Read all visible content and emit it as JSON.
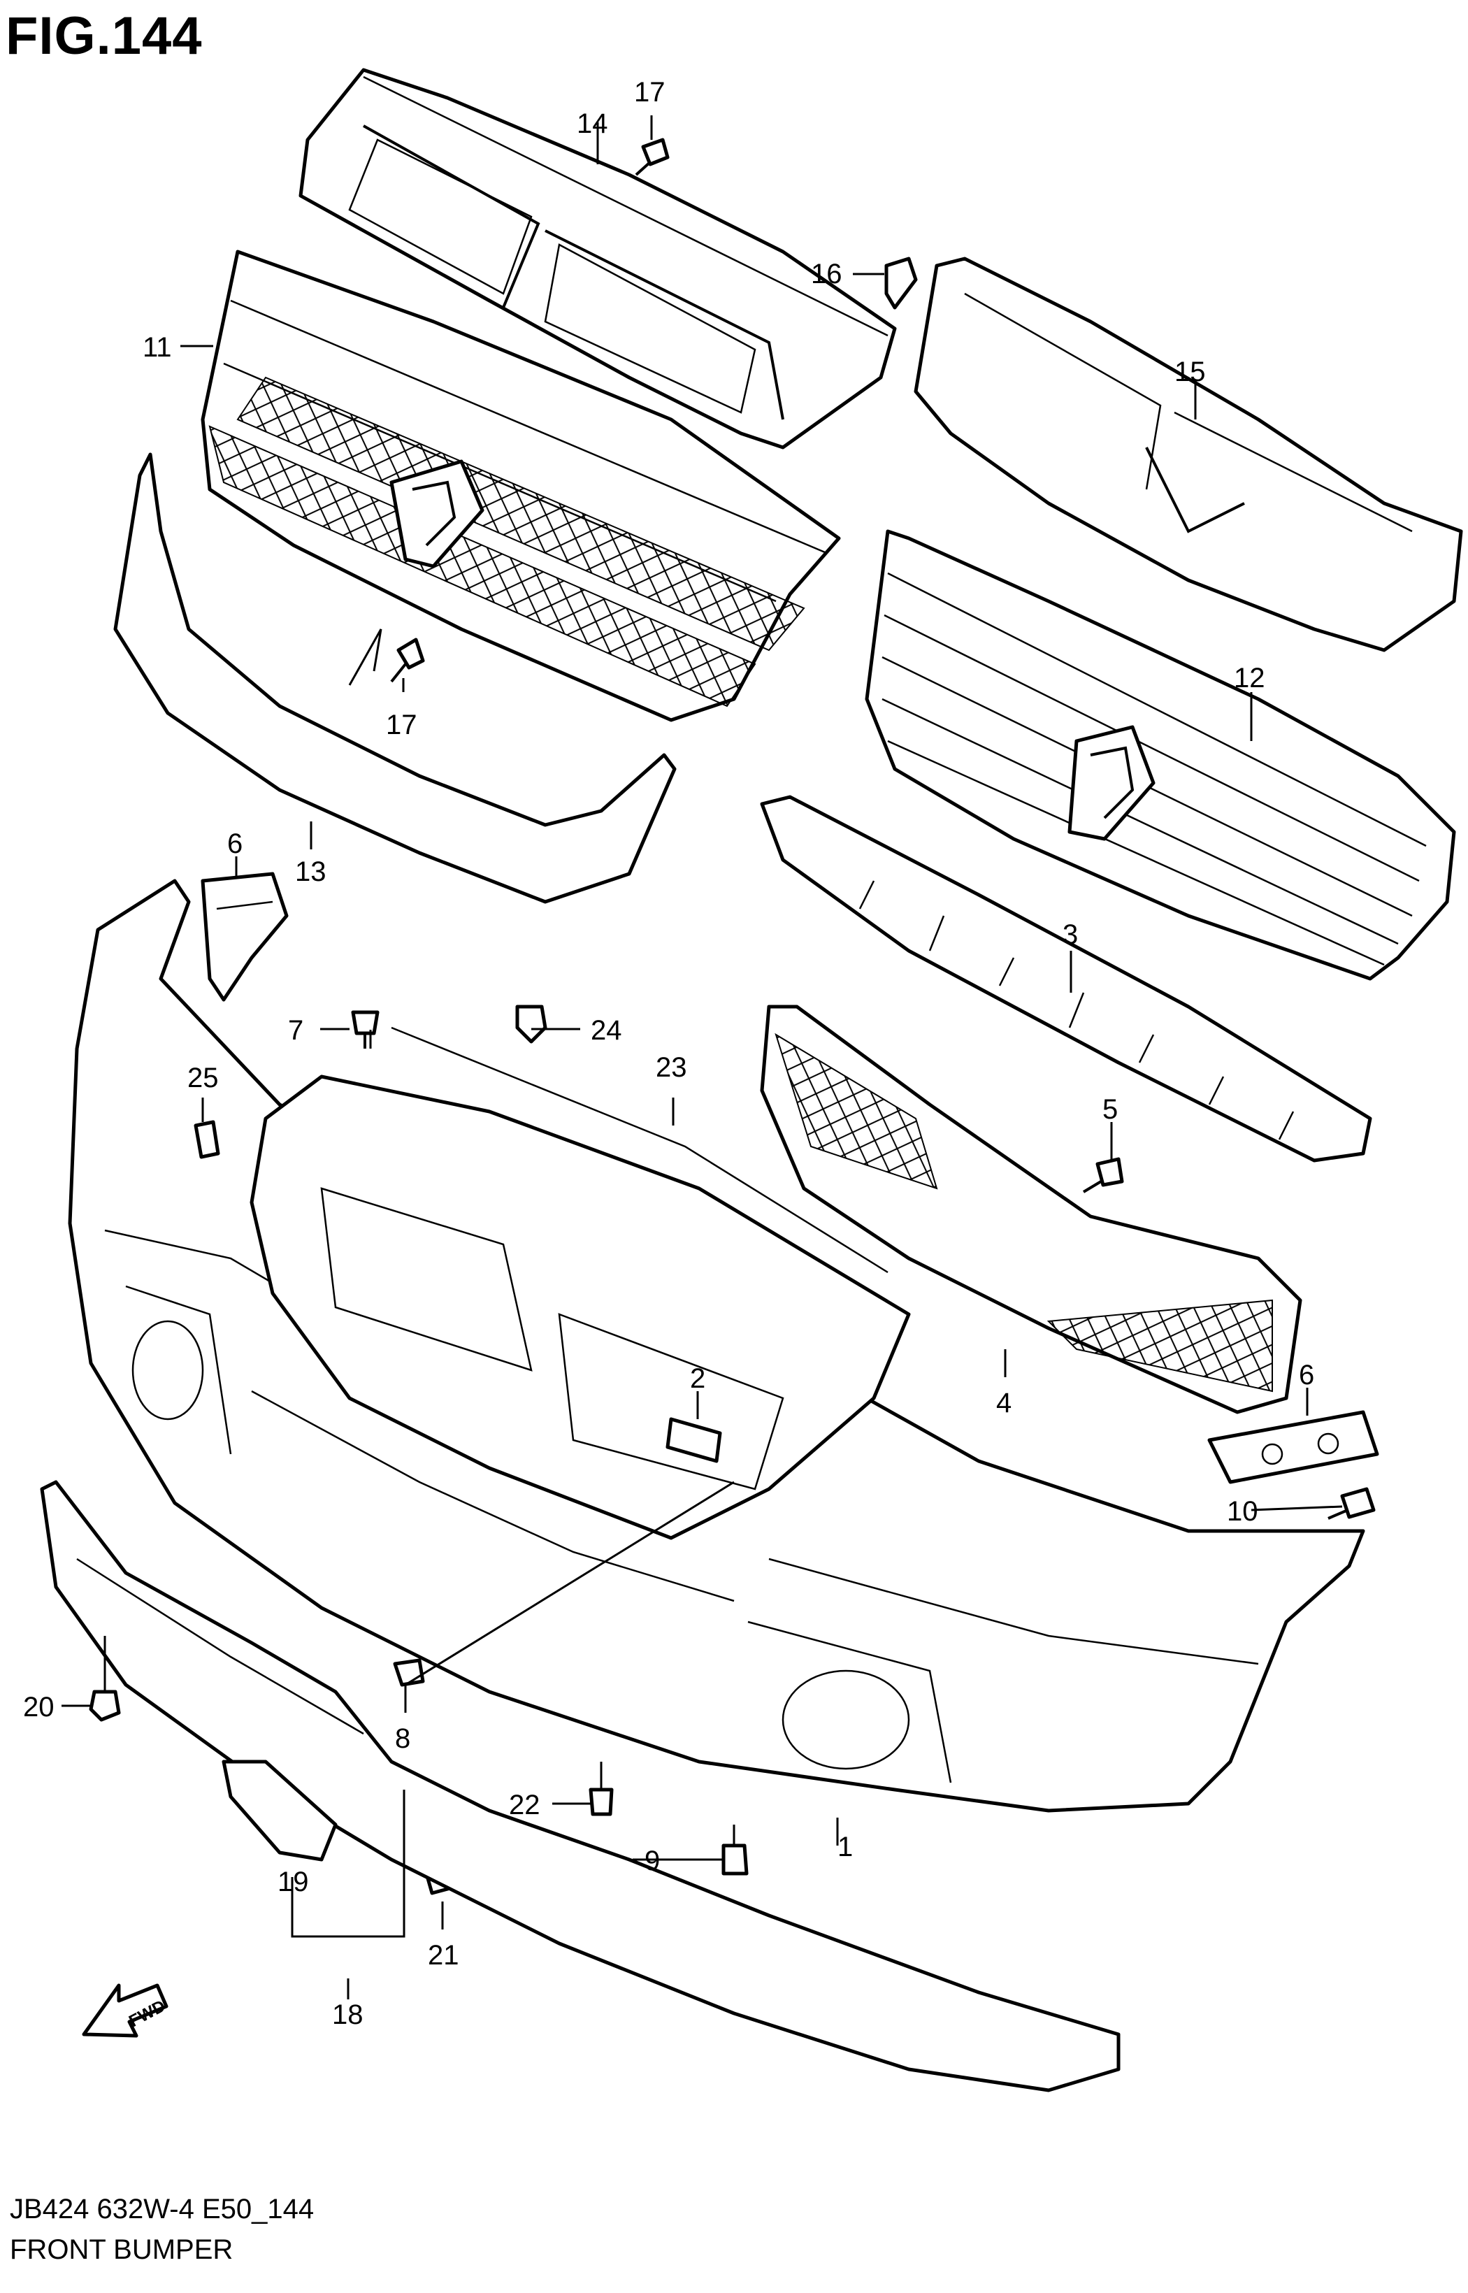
{
  "figure": {
    "title": "FIG.144",
    "code": "JB424 632W-4 E50_144",
    "name": "FRONT BUMPER",
    "fwd_label": "FWD"
  },
  "callouts": [
    {
      "id": "c1",
      "label": "1"
    },
    {
      "id": "c2",
      "label": "2"
    },
    {
      "id": "c3",
      "label": "3"
    },
    {
      "id": "c4",
      "label": "4"
    },
    {
      "id": "c5",
      "label": "5"
    },
    {
      "id": "c6a",
      "label": "6"
    },
    {
      "id": "c6b",
      "label": "6"
    },
    {
      "id": "c7",
      "label": "7"
    },
    {
      "id": "c8",
      "label": "8"
    },
    {
      "id": "c9",
      "label": "9"
    },
    {
      "id": "c10",
      "label": "10"
    },
    {
      "id": "c11",
      "label": "11"
    },
    {
      "id": "c12",
      "label": "12"
    },
    {
      "id": "c13",
      "label": "13"
    },
    {
      "id": "c14",
      "label": "14"
    },
    {
      "id": "c15",
      "label": "15"
    },
    {
      "id": "c16",
      "label": "16"
    },
    {
      "id": "c17a",
      "label": "17"
    },
    {
      "id": "c17b",
      "label": "17"
    },
    {
      "id": "c18",
      "label": "18"
    },
    {
      "id": "c19",
      "label": "19"
    },
    {
      "id": "c20",
      "label": "20"
    },
    {
      "id": "c21",
      "label": "21"
    },
    {
      "id": "c22",
      "label": "22"
    },
    {
      "id": "c23",
      "label": "23"
    },
    {
      "id": "c24",
      "label": "24"
    },
    {
      "id": "c25",
      "label": "25"
    }
  ]
}
